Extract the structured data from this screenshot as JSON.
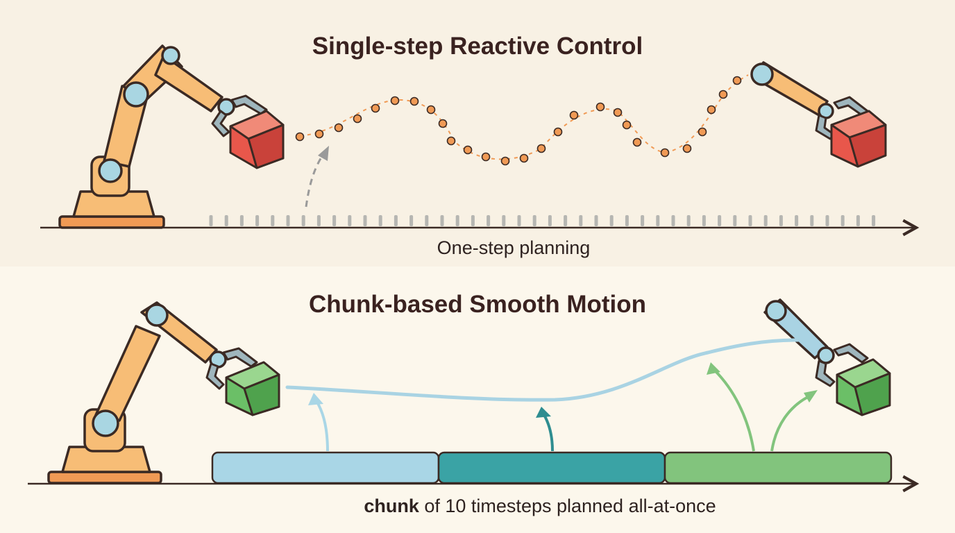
{
  "top_panel": {
    "title": "Single-step Reactive Control",
    "caption": "One-step planning"
  },
  "bottom_panel": {
    "title": "Chunk-based Smooth Motion",
    "caption_bold": "chunk",
    "caption_rest": " of 10 timesteps planned all-at-once"
  },
  "colors": {
    "background_top": "#f8f1e4",
    "background_bottom": "#fcf7ec",
    "trajectory_dots": "#f09a55",
    "smooth_path": "#a9d3e3",
    "chunk_1": "#a9d6e6",
    "chunk_2": "#3aa3a5",
    "chunk_3": "#82c47d",
    "cube_red": "#e8574b",
    "cube_green": "#6bbf67"
  },
  "icons": {
    "robot_arm": "robot-arm-icon",
    "red_cube": "red-cube-icon",
    "green_cube": "green-cube-icon"
  }
}
